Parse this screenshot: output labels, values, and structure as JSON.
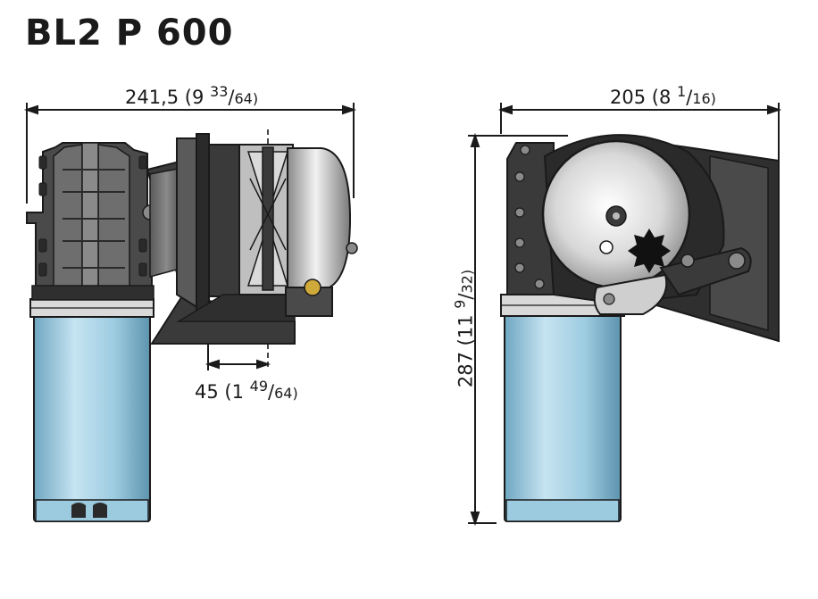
{
  "title": "BL2 P 600",
  "dimensions": {
    "overall_width_side": {
      "main": "241,5 (9 ",
      "num": "33",
      "den": "64)"
    },
    "overall_width_front": {
      "main": "205 (8 ",
      "num": "1",
      "den": "16)"
    },
    "shaft_offset": {
      "main": "45 (1 ",
      "num": "49",
      "den": "64)"
    },
    "overall_height": {
      "main": "287 (11 ",
      "num": "9",
      "den": "32)"
    }
  },
  "colors": {
    "motor_body": "#a9d3e6",
    "housing": "#3a3a3a",
    "drum": "#c9c9c9",
    "line": "#1a1a1a"
  }
}
